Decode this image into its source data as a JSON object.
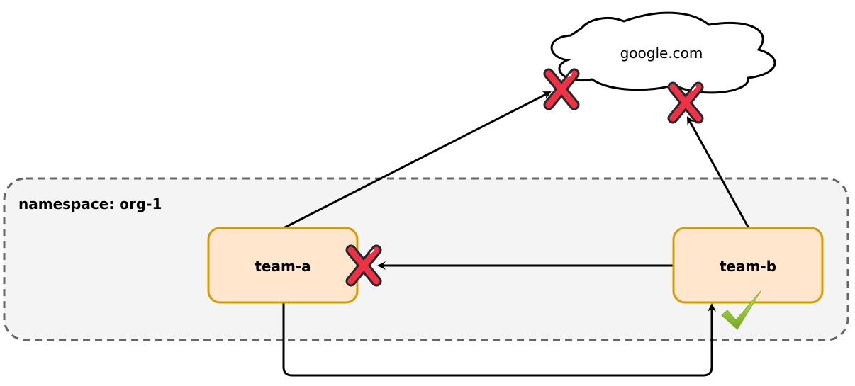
{
  "diagram": {
    "namespace": {
      "label": "namespace: org-1",
      "fill": "#f4f4f4",
      "stroke": "#666666"
    },
    "nodes": {
      "team_a": {
        "label": "team-a",
        "fill": "#ffe6cc",
        "stroke": "#d79b00"
      },
      "team_b": {
        "label": "team-b",
        "fill": "#ffe6cc",
        "stroke": "#d79b00"
      },
      "external": {
        "label": "google.com"
      }
    },
    "edges": [
      {
        "from": "team-a",
        "to": "google.com",
        "status": "blocked"
      },
      {
        "from": "team-b",
        "to": "google.com",
        "status": "blocked"
      },
      {
        "from": "team-b",
        "to": "team-a",
        "status": "blocked"
      },
      {
        "from": "team-a",
        "to": "team-b",
        "status": "allowed"
      }
    ],
    "colors": {
      "deny": "#f03043",
      "allow": "#8cc63f",
      "edge": "#000000"
    }
  }
}
